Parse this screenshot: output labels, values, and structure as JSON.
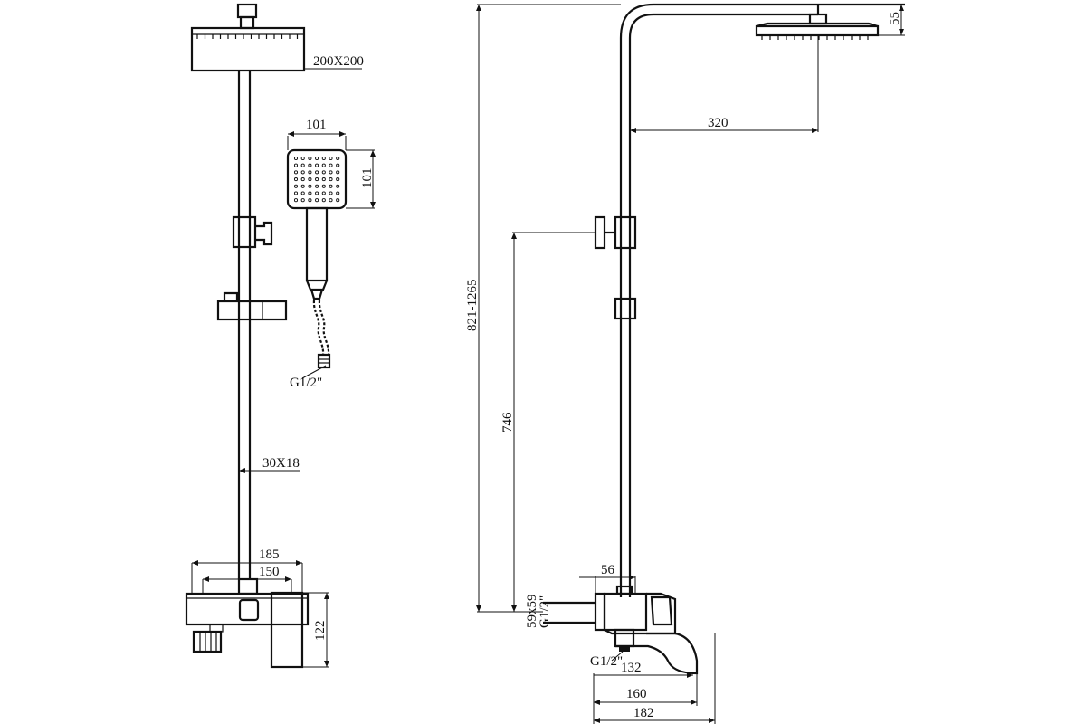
{
  "dimensions": {
    "head_size": "200X200",
    "hand_width": "101",
    "hand_height": "101",
    "hose_thread": "G1/2\"",
    "rail_section": "30X18",
    "mixer_outer_width": "185",
    "mixer_inner_width": "150",
    "mixer_height": "122",
    "total_height": "821-1265",
    "arm_reach": "320",
    "head_drop": "55",
    "holder_height": "746",
    "connector_width": "56",
    "escutcheon": "59x59",
    "inlet_thread": "G1/2\"",
    "spout_thread": "G1/2\"",
    "spout_reach_132": "132",
    "spout_reach_160": "160",
    "spout_reach_182": "182"
  }
}
